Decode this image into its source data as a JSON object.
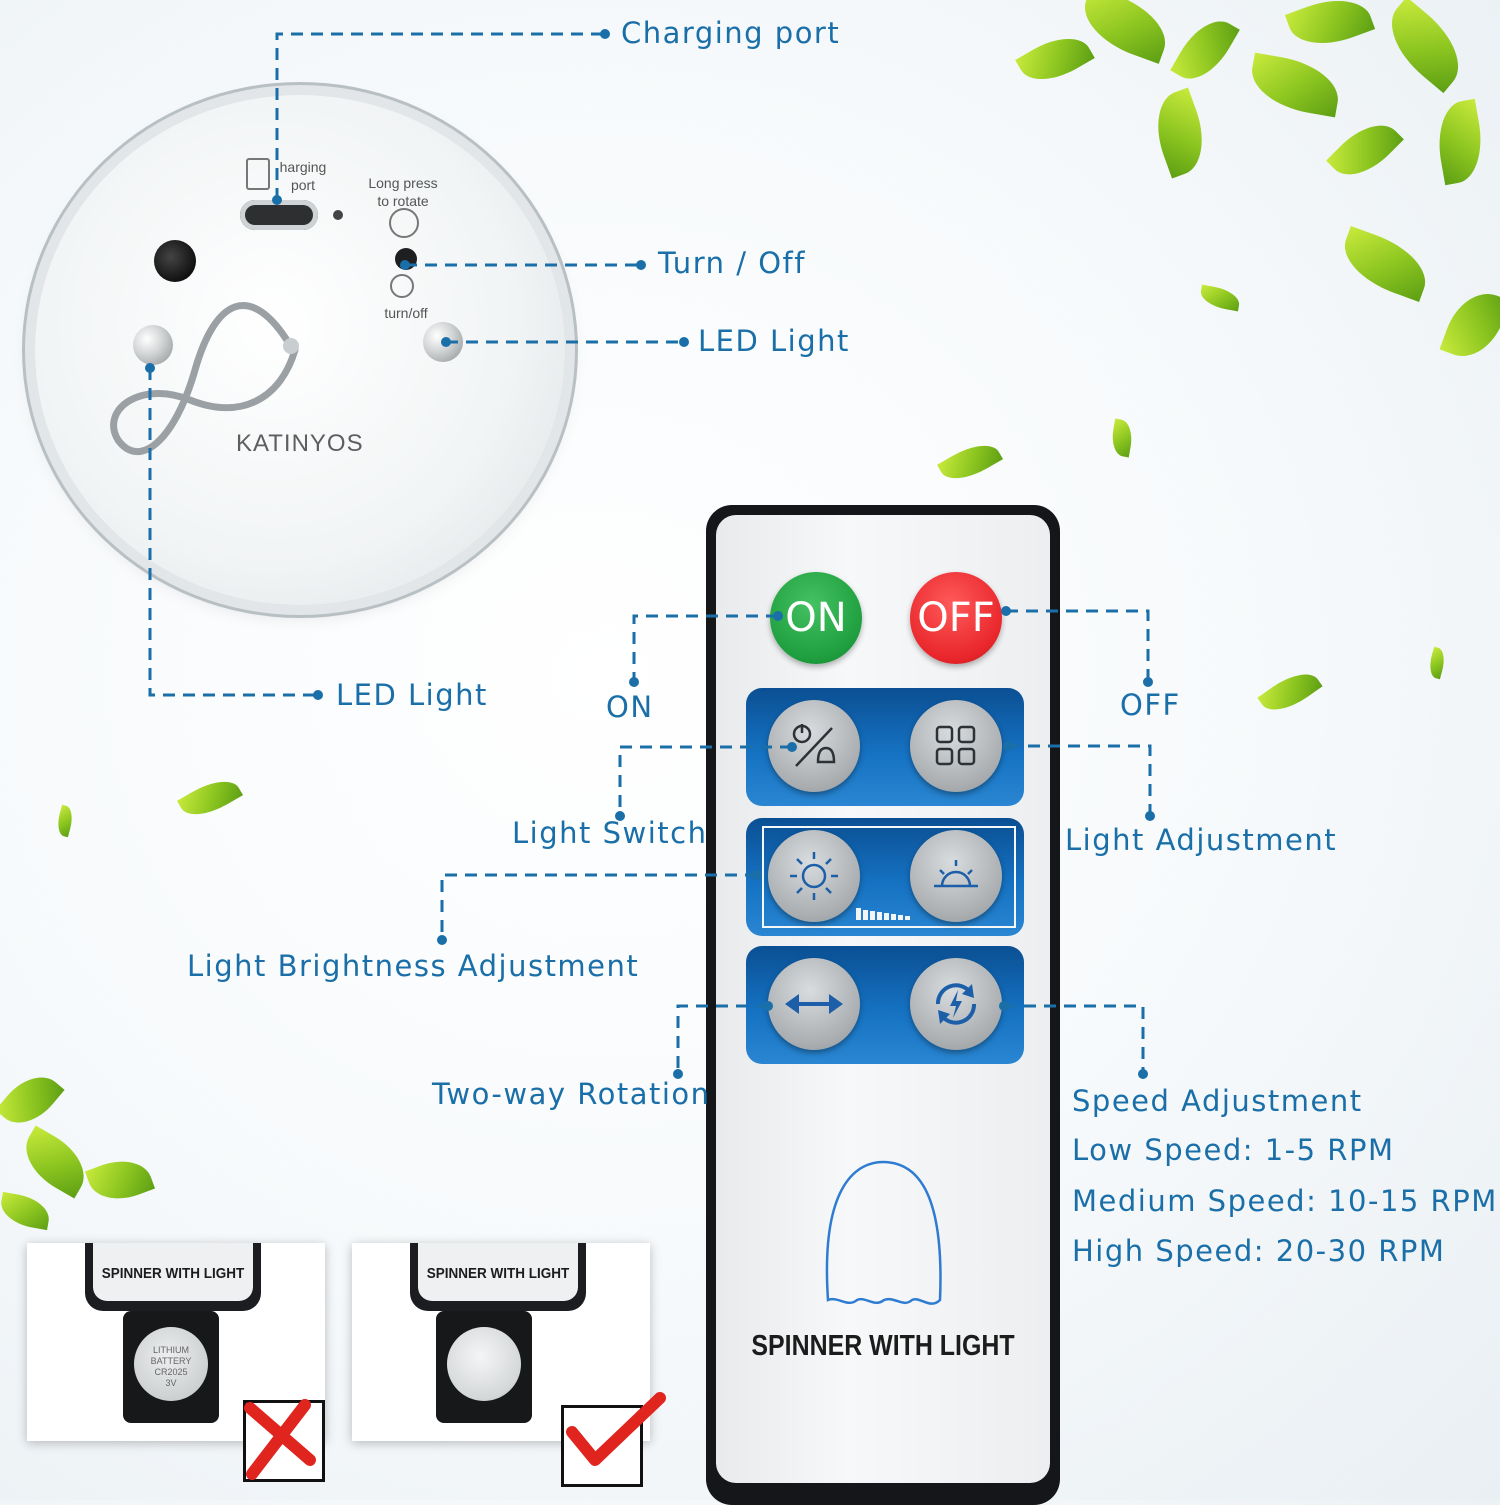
{
  "device": {
    "brand": "KATINYOS",
    "port_label_line1": "harging",
    "port_label_line2": "port",
    "rotate_label_line1": "Long press",
    "rotate_label_line2": "to rotate",
    "power_label": "turn/off"
  },
  "callouts": {
    "charging_port": "Charging port",
    "turn_off": "Turn / Off",
    "led_light_right": "LED Light",
    "led_light_left": "LED Light",
    "on": "ON",
    "off": "OFF",
    "light_switch": "Light Switch",
    "light_adjustment": "Light Adjustment",
    "light_brightness": "Light Brightness Adjustment",
    "two_way_rotation": "Two-way Rotation",
    "speed_adjustment": "Speed Adjustment",
    "low_speed": "Low Speed: 1-5 RPM",
    "medium_speed": "Medium Speed: 10-15 RPM",
    "high_speed": "High Speed: 20-30 RPM"
  },
  "remote": {
    "on_button": "ON",
    "off_button": "OFF",
    "title": "SPINNER WITH LIGHT"
  },
  "battery_cards": {
    "wrong_title": "SPINNER WITH LIGHT",
    "right_title": "SPINNER WITH LIGHT",
    "battery_text_1": "LITHIUM BATTERY",
    "battery_text_2": "CR2025",
    "battery_text_3": "3V"
  },
  "colors": {
    "callout": "#1a6fa8",
    "on_green": "#1e9e3e",
    "off_red": "#e8262b",
    "panel_blue": "#1266b4",
    "mark_red": "#e0241e"
  }
}
